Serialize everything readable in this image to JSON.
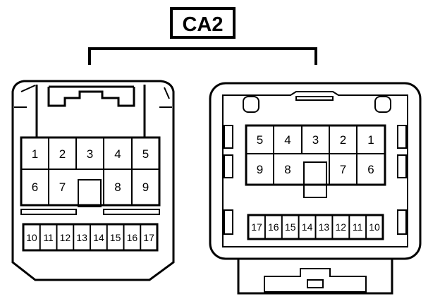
{
  "diagram": {
    "label": "CA2",
    "colors": {
      "line": "#000000",
      "background": "#ffffff"
    },
    "left_connector": {
      "upper_pins_row1": [
        "1",
        "2",
        "3",
        "4",
        "5"
      ],
      "upper_pins_row2": [
        "6",
        "7",
        "8",
        "9"
      ],
      "lower_pins": [
        "10",
        "11",
        "12",
        "13",
        "14",
        "15",
        "16",
        "17"
      ]
    },
    "right_connector": {
      "upper_pins_row1": [
        "5",
        "4",
        "3",
        "2",
        "1"
      ],
      "upper_pins_row2": [
        "9",
        "8",
        "7",
        "6"
      ],
      "lower_pins": [
        "17",
        "16",
        "15",
        "14",
        "13",
        "12",
        "11",
        "10"
      ]
    }
  }
}
